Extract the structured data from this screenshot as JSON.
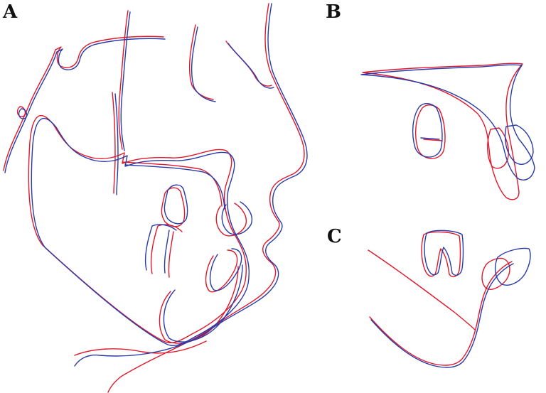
{
  "panels": {
    "a": {
      "label": "A"
    },
    "b": {
      "label": "B"
    },
    "c": {
      "label": "C"
    }
  },
  "colors": {
    "tracing_1": "#e0182b",
    "tracing_2": "#2a3aa8",
    "label": "#111111",
    "background": "#ffffff"
  }
}
